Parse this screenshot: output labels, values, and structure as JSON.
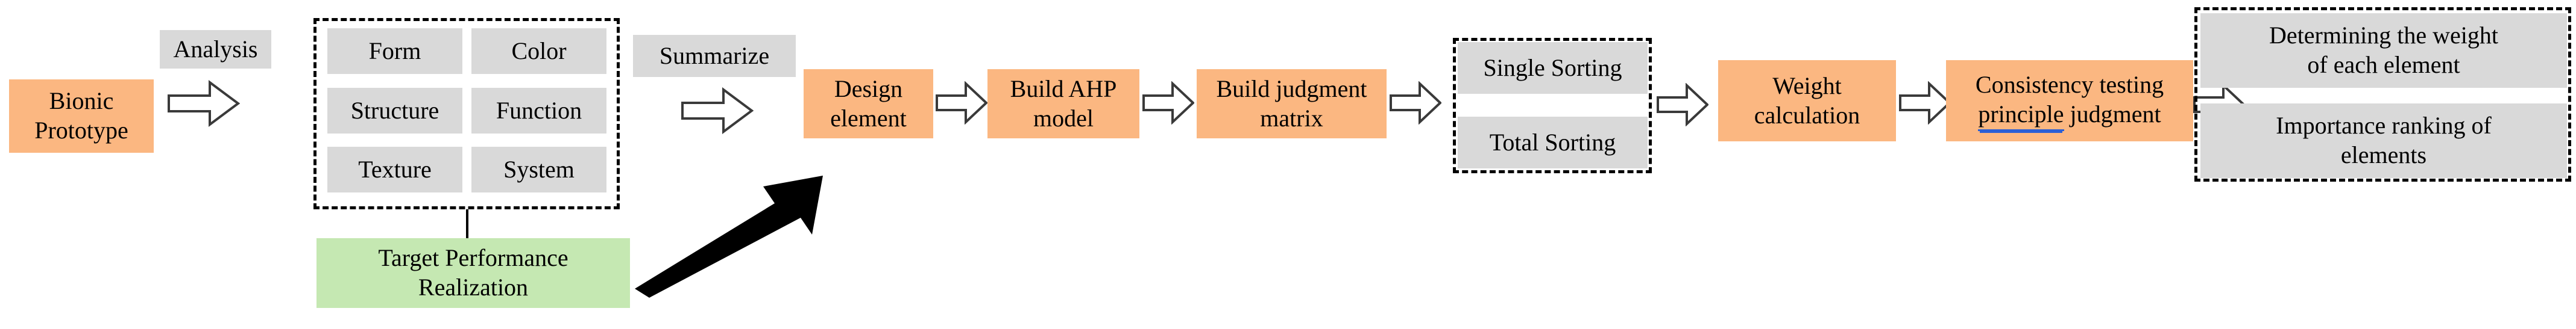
{
  "diagram": {
    "title": "AHP bionic design methodology flowchart",
    "colors": {
      "orange": "#fbb781",
      "grey": "#d9d9d9",
      "green": "#c5e8b2",
      "outline": "#000000",
      "spellcheck_underline": "#2a5fd6"
    },
    "start_node": {
      "label": "Bionic\nPrototype"
    },
    "edge_labels": {
      "analysis": "Analysis",
      "summarize": "Summarize"
    },
    "attribute_group": {
      "items": [
        {
          "label": "Form"
        },
        {
          "label": "Color"
        },
        {
          "label": "Structure"
        },
        {
          "label": "Function"
        },
        {
          "label": "Texture"
        },
        {
          "label": "System"
        }
      ]
    },
    "target_node": {
      "label": "Target Performance\nRealization"
    },
    "process_chain": [
      {
        "label": "Design\nelement"
      },
      {
        "label": "Build AHP\nmodel"
      },
      {
        "label": "Build judgment\nmatrix"
      }
    ],
    "sorting_group": {
      "items": [
        {
          "label": "Single Sorting"
        },
        {
          "label": "Total Sorting"
        }
      ]
    },
    "weight_node": {
      "label": "Weight\ncalculation"
    },
    "consistency_node": {
      "line1": "Consistency testing",
      "line2_flagged": "principle",
      "line2_rest": " judgment"
    },
    "outcome_group": {
      "items": [
        {
          "label": "Determining the weight\nof each element"
        },
        {
          "label": "Importance ranking of\nelements"
        }
      ]
    },
    "arrow_icons": {
      "chevron": "block-arrow-right-icon",
      "diagonal": "thick-arrow-up-right-icon",
      "connector": "vertical-connector-line"
    }
  }
}
